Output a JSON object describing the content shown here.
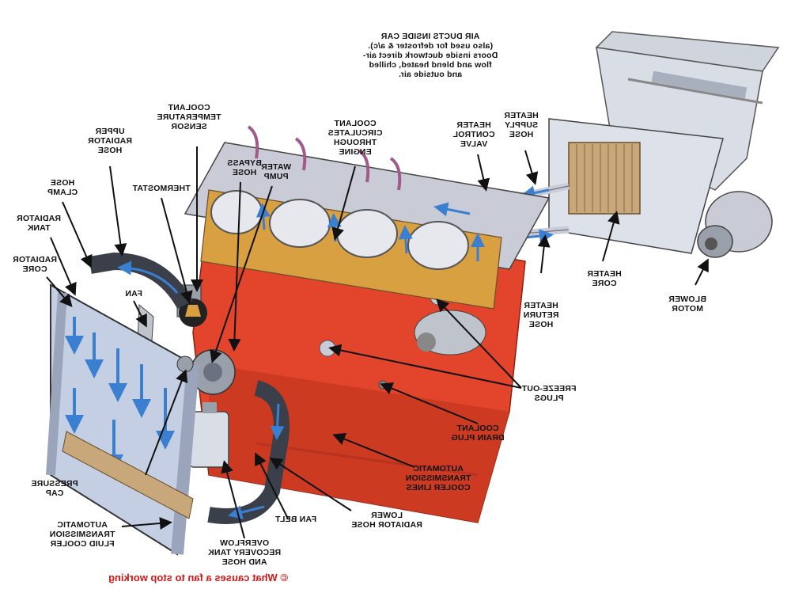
{
  "labels": {
    "air_ducts": "AIR DUCTS INSIDE CAR\n(also used for defroster & a/c).\nDoors inside ductwork direct air-\nflow and blend heated, chilled\nand outside air.",
    "heater_control_valve": "HEATER\nCONTROL\nVALVE",
    "heater_supply_hose": "HEATER\nSUPPLY\nHOSE",
    "coolant_circulates": "COOLANT\nCIRCULATES\nTHROUGH\nENGINE",
    "coolant_temp_sensor": "COOLANT\nTEMPERATURE\nSENSOR",
    "upper_radiator_hose": "UPPER\nRADIATOR\nHOSE",
    "bypass_hose": "BYPASS\nHOSE",
    "water_pump": "WATER\nPUMP",
    "thermostat": "THERMOSTAT",
    "hose_clamp": "HOSE\nCLAMP",
    "radiator_tank": "RADIATOR\nTANK",
    "radiator_core": "RADIATOR\nCORE",
    "fan": "FAN",
    "heater_core": "HEATER\nCORE",
    "blower_motor": "BLOWER\nMOTOR",
    "heater_return_hose": "HEATER\nRETURN\nHOSE",
    "freeze_out_plugs": "FREEZE-OUT\nPLUGS",
    "coolant_drain_plug": "COOLANT\nDRAIN PLUG",
    "auto_trans_cooler_lines": "AUTOMATIC\nTRANSMISSION\nCOOLER LINES",
    "lower_radiator_hose": "LOWER\nRADIATOR HOSE",
    "fan_belt": "FAN BELT",
    "overflow_tank": "OVERFLOW\nRECOVERY TANK\nAND HOSE",
    "pressure_cap": "PRESSURE\nCAP",
    "auto_trans_fluid_cooler": "AUTOMATIC\nTRANSMISSION\nFLUID COOLER"
  },
  "caption": "© What causes a fan to stop working",
  "colors": {
    "engine_block": "#e2452c",
    "engine_block_dark": "#b83220",
    "cylinder_head": "#c9ccd6",
    "gasket": "#d8a040",
    "hose": "#3a3f4a",
    "flow_arrow": "#3b7fd0",
    "radiator": "#c4cfe4",
    "caption": "#d01818"
  }
}
